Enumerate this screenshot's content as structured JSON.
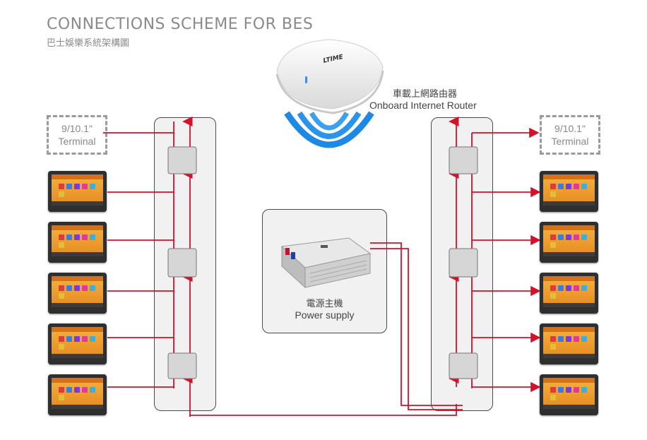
{
  "header": {
    "title": "CONNECTIONS SCHEME FOR BES",
    "subtitle": "巴士娛樂系統架構圖"
  },
  "router": {
    "brand": "LTIME",
    "label_cn": "車載上網路由器",
    "label_en": "Onboard Internet Router"
  },
  "power_supply": {
    "label_cn": "電源主機",
    "label_en": "Power supply"
  },
  "terminal_placeholder": {
    "line1": "9/10.1\"",
    "line2": "Terminal"
  },
  "colors": {
    "wire": "#d5102a",
    "panel_border": "#4a4a4a",
    "panel_fill": "#f1f1f1",
    "text_gray": "#8a8a8a",
    "wifi_blue": "#1e88e5",
    "tablet_screen": "#f0a030"
  },
  "icons": [
    "wifi-signal-icon",
    "router-device-icon",
    "power-supply-device-icon",
    "splitter-module-icon",
    "tablet-terminal-icon"
  ]
}
